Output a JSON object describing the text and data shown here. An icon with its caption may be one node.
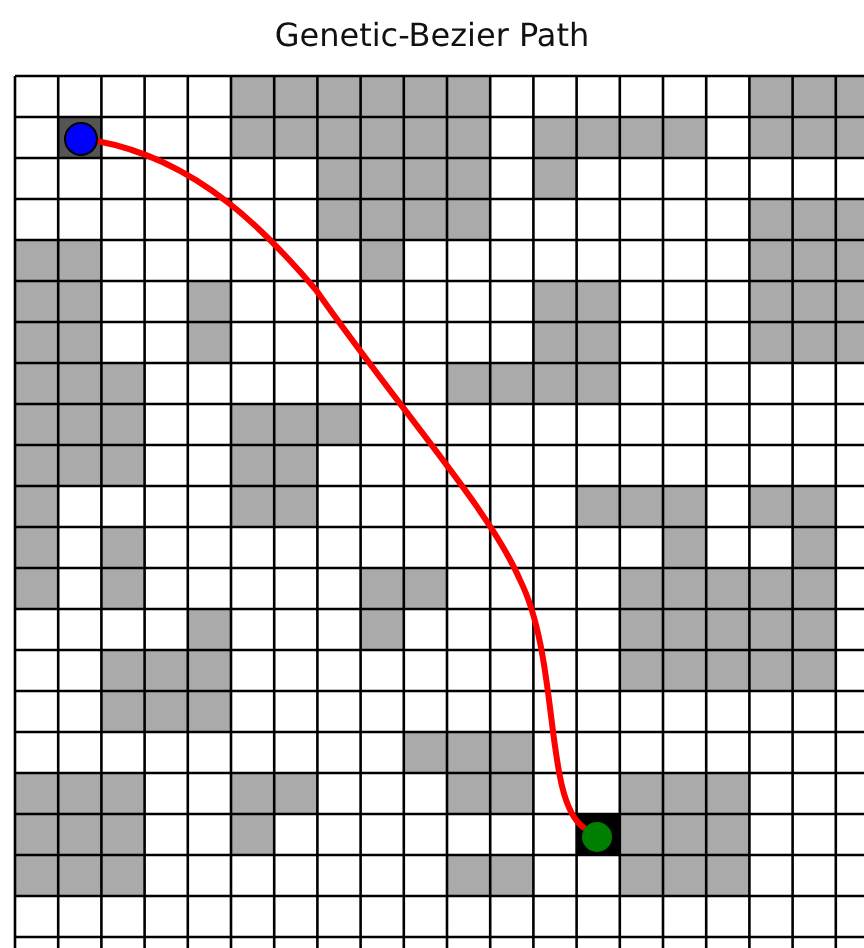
{
  "diagram": {
    "title": "Genetic-Bezier Path",
    "nodes": [
      {
        "text": [],
        "shape": "circle"
      },
      {
        "text": [],
        "shape": "circle"
      }
    ],
    "edges": [
      {
        "from": 0,
        "to": 1,
        "arrow": "none"
      }
    ]
  }
}
